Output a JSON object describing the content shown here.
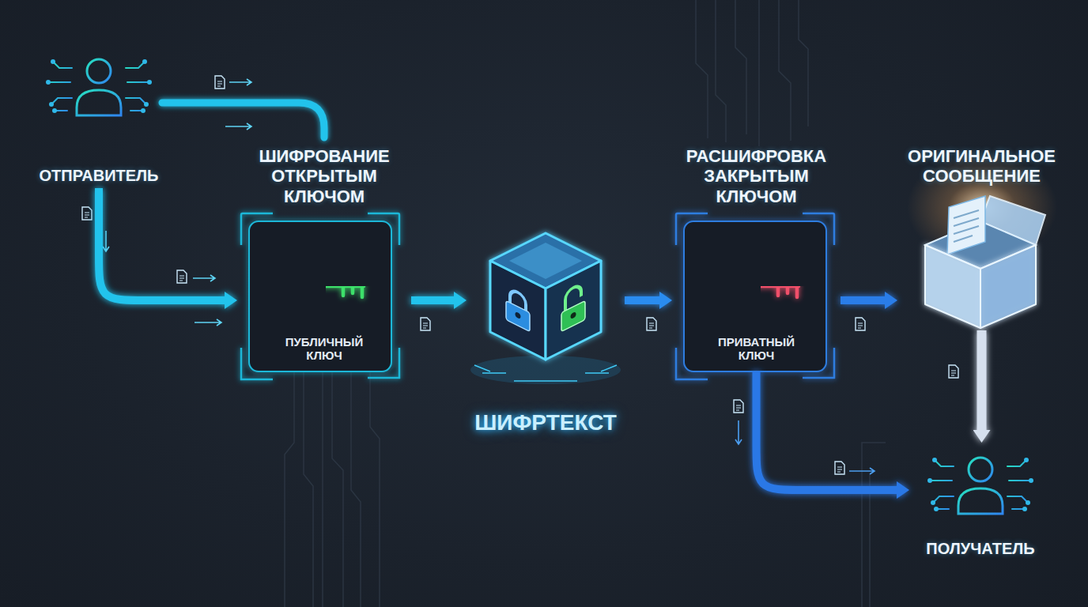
{
  "diagram": {
    "nodes": [
      {
        "text": [
          "ОТПРАВИТЕЛЬ"
        ]
      },
      {
        "text": [
          "ШИФРОВАНИЕ ОТКРЫТЫМ КЛЮЧОМ",
          "ПУБЛИЧНЫЙ КЛЮЧ"
        ]
      },
      {
        "text": [
          "ШИФРТЕКСТ"
        ]
      },
      {
        "text": [
          "РАСШИФРОВКА ЗАКРЫТЫМ КЛЮЧОМ",
          "ПРИВАТНЫЙ КЛЮЧ"
        ]
      },
      {
        "text": [
          "ОРИГИНАЛЬНОЕ СООБЩЕНИЕ"
        ]
      },
      {
        "text": [
          "ПОЛУЧАТЕЛЬ"
        ]
      }
    ],
    "edges": [
      {
        "from": 0,
        "to": 1,
        "arrow": "to"
      },
      {
        "from": 1,
        "to": 2,
        "arrow": "to"
      },
      {
        "from": 2,
        "to": 3,
        "arrow": "to"
      },
      {
        "from": 3,
        "to": 4,
        "arrow": "to"
      },
      {
        "from": 4,
        "to": 5,
        "arrow": "to"
      },
      {
        "from": 3,
        "to": 5,
        "arrow": "to"
      }
    ]
  }
}
